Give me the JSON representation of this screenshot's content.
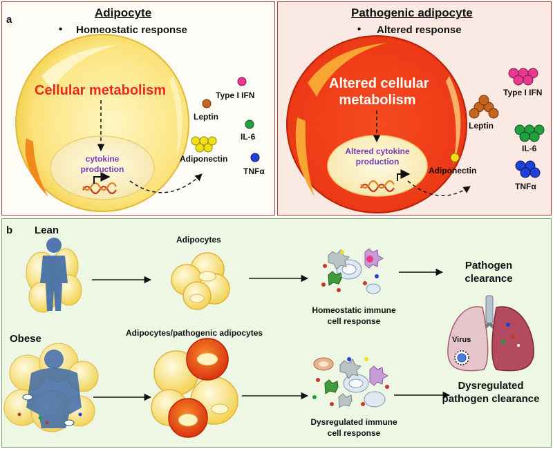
{
  "panel_a": {
    "letter": "a",
    "left": {
      "title": "Adipocyte",
      "bullet": "•",
      "subtitle": "Homeostatic response",
      "metabolism": "Cellular metabolism",
      "nucleus_line1": "cytokine",
      "nucleus_line2": "production",
      "cytokines": [
        "Type I IFN",
        "Leptin",
        "IL-6",
        "Adiponectin",
        "TNFα"
      ]
    },
    "right": {
      "title": "Pathogenic adipocyte",
      "bullet": "•",
      "subtitle": "Altered response",
      "metabolism_line1": "Altered cellular",
      "metabolism_line2": "metabolism",
      "nucleus_line1": "Altered cytokine",
      "nucleus_line2": "production",
      "cytokines": [
        "Type I IFN",
        "Leptin",
        "IL-6",
        "Adiponectin",
        "TNFα"
      ]
    }
  },
  "panel_b": {
    "letter": "b",
    "lean": "Lean",
    "obese": "Obese",
    "adipocytes": "Adipocytes",
    "adipocytes_pathogenic": "Adipocytes/pathogenic adipocytes",
    "homeostatic_line1": "Homeostatic immune",
    "homeostatic_line2": "cell response",
    "dysregulated_line1": "Dysregulated immune",
    "dysregulated_line2": "cell response",
    "clearance_line1": "Pathogen",
    "clearance_line2": "clearance",
    "virus": "Virus",
    "dys_clearance_line1": "Dysregulated",
    "dys_clearance_line2": "pathogen clearance"
  },
  "colors": {
    "cytokine_ifn": "#e8388f",
    "cytokine_leptin": "#c5651f",
    "cytokine_il6": "#22a040",
    "cytokine_adiponectin": "#f0e017",
    "cytokine_tnfa": "#1f3fd6",
    "metabolism_red": "#e8291c",
    "nucleus_purple": "#7a3ab2"
  }
}
